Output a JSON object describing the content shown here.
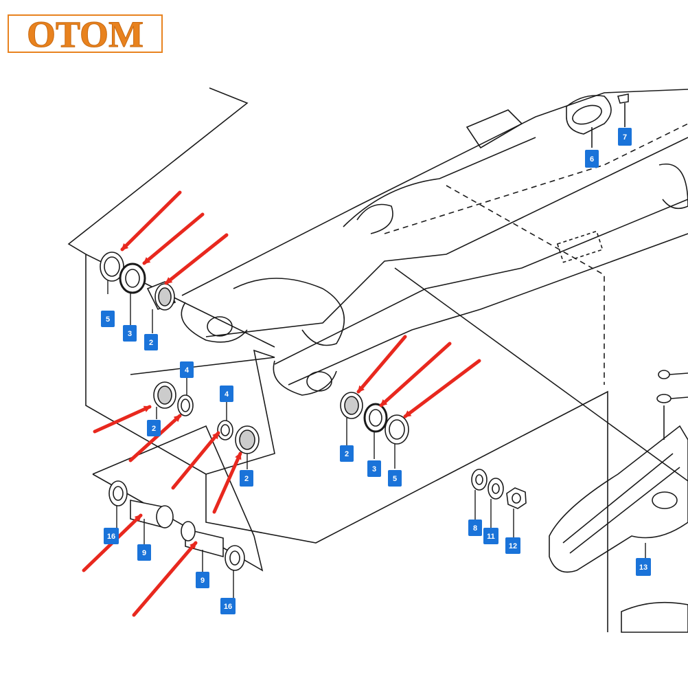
{
  "brand": {
    "logo_text": "OTOM",
    "logo_color": "#e8821e"
  },
  "colors": {
    "line": "#1a1a1a",
    "callout_fill": "#1a73d9",
    "arrow": "#e8281e"
  },
  "callouts": {
    "c5a": "5",
    "c3a": "3",
    "c2a": "2",
    "c4a": "4",
    "c2b": "2",
    "c4b": "4",
    "c2c": "2",
    "c2d": "2",
    "c3b": "3",
    "c5b": "5",
    "c16a": "16",
    "c9a": "9",
    "c9b": "9",
    "c16b": "16",
    "c8": "8",
    "c11": "11",
    "c12": "12",
    "c13": "13",
    "c6": "6",
    "c7": "7"
  }
}
